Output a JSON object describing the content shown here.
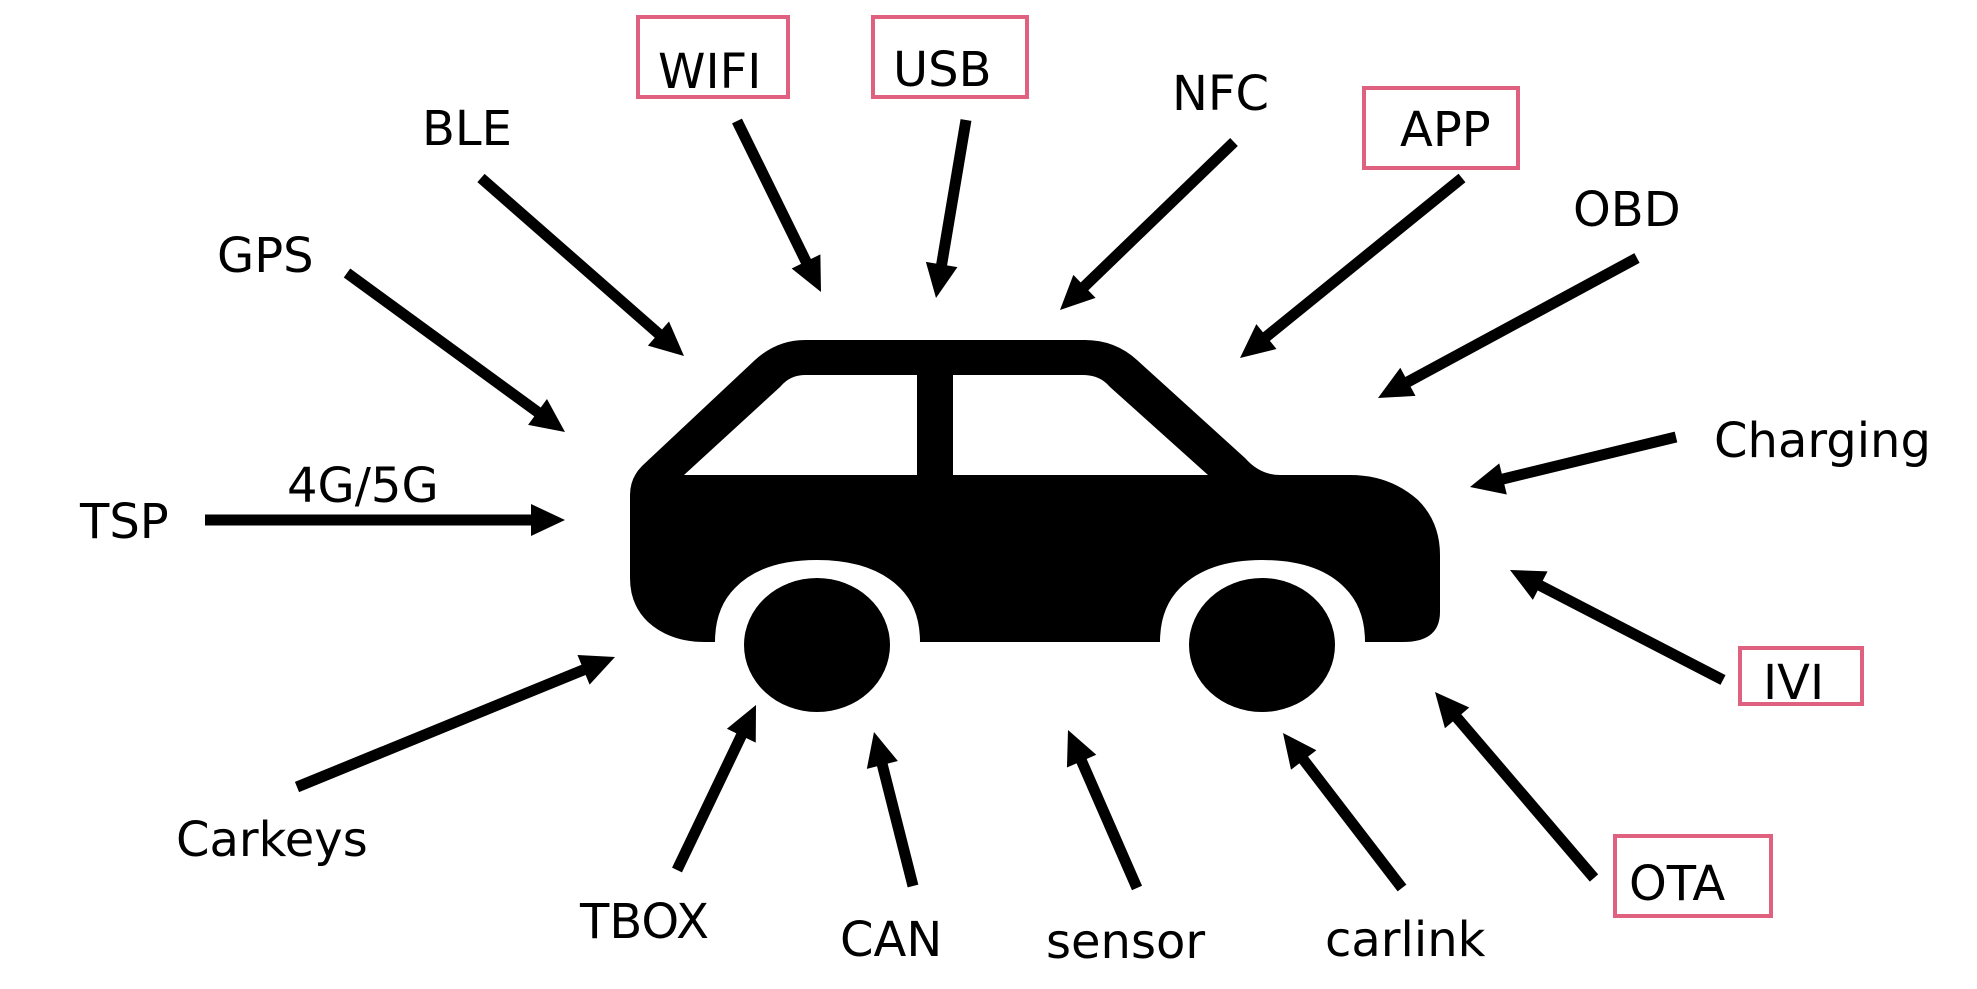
{
  "colors": {
    "ink": "#000000",
    "highlight": "#e06080",
    "background": "#ffffff"
  },
  "center": {
    "icon": "car-icon"
  },
  "labels": {
    "tsp": "TSP",
    "link_4g5g": "4G/5G",
    "gps": "GPS",
    "ble": "BLE",
    "wifi": "WIFI",
    "usb": "USB",
    "nfc": "NFC",
    "app": "APP",
    "obd": "OBD",
    "charging": "Charging",
    "ivi": "IVI",
    "ota": "OTA",
    "carlink": "carlink",
    "sensor": "sensor",
    "can": "CAN",
    "tbox": "TBOX",
    "carkeys": "Carkeys"
  },
  "highlighted": [
    "wifi",
    "usb",
    "app",
    "ivi",
    "ota"
  ]
}
